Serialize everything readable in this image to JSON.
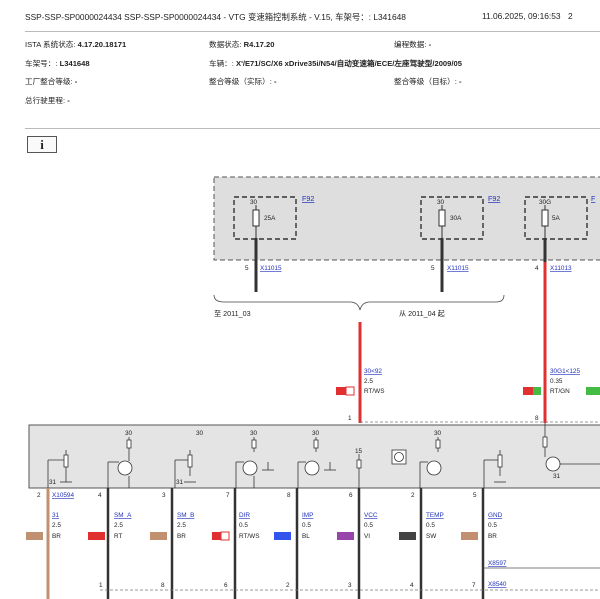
{
  "header": {
    "title": "SSP-SSP-SP0000024434 SSP-SSP-SP0000024434 - VTG 变速箱控制系统 - V.15, 车架号：: L341648",
    "datetime": "11.06.2025, 09:16:53",
    "page": "2"
  },
  "meta": {
    "ista_label": "ISTA 系统状态: ",
    "ista_value": "4.17.20.18171",
    "data_label": "数据状态: ",
    "data_value": "R4.17.20",
    "prog_label": "编程数据: ",
    "prog_value": "-",
    "vin_label": "车架号：: ",
    "vin_value": "L341648",
    "vehicle_label": "车辆：: ",
    "vehicle_value": "X'/E71/SC/X6 xDrive35i/N54/自动变速箱/ECE/左座驾驶型/2009/05",
    "factory_label": "工厂整合等级: ",
    "factory_value": "-",
    "actual_label": "整合等级（实际）: ",
    "actual_value": "-",
    "target_label": "整合等级（目标）: ",
    "target_value": "-",
    "mileage_label": "总行驶里程: ",
    "mileage_value": "-"
  },
  "info_button": {
    "glyph": "i"
  },
  "diagram": {
    "colors": {
      "red_wire": "#e03030",
      "brown_wire": "#c09070",
      "blue": "#3355ee",
      "green": "#44bb44",
      "violet": "#9944aa",
      "black": "#444444",
      "link": "#2233bb"
    },
    "fuses": [
      {
        "pin": "30",
        "rating": "25A",
        "ref": "F92"
      },
      {
        "pin": "30",
        "rating": "30A",
        "ref": "F92"
      },
      {
        "pin": "30G",
        "rating": "5A",
        "ref": "F"
      }
    ],
    "fuse_connectors": [
      {
        "pin": "5",
        "ref": "X11015"
      },
      {
        "pin": "5",
        "ref": "X11015"
      },
      {
        "pin": "4",
        "ref": "X11013"
      }
    ],
    "variant_left": "至 2011_03",
    "variant_right": "从 2011_04 起",
    "feed_wires": [
      {
        "signal": "30<92",
        "cross": "2.5",
        "color": "RT/WS",
        "pin": "1"
      },
      {
        "signal": "30G1<125",
        "cross": "0.35",
        "color": "RT/GN",
        "pin": "8"
      }
    ],
    "module_top_labels": [
      "30",
      "30",
      "30",
      "30",
      "15",
      "30"
    ],
    "module_bottom_labels": [
      "31",
      "31",
      "31"
    ],
    "module_pins": [
      "2",
      "4",
      "3",
      "7",
      "8",
      "6",
      "2",
      "5"
    ],
    "module_connector": "X10594",
    "wires": [
      {
        "signal": "31",
        "cross": "2.5",
        "color": "BR"
      },
      {
        "signal": "SM_A",
        "cross": "2.5",
        "color": "RT"
      },
      {
        "signal": "SM_B",
        "cross": "2.5",
        "color": "BR"
      },
      {
        "signal": "DIR",
        "cross": "0.5",
        "color": "RT/WS"
      },
      {
        "signal": "IMP",
        "cross": "0.5",
        "color": "BL"
      },
      {
        "signal": "VCC",
        "cross": "0.5",
        "color": "VI"
      },
      {
        "signal": "TEMP",
        "cross": "0.5",
        "color": "SW"
      },
      {
        "signal": "GND",
        "cross": "0.5",
        "color": "BR"
      }
    ],
    "lower_connectors": [
      "X8597",
      "X8540"
    ],
    "lower_pins": [
      "1",
      "8",
      "6",
      "2",
      "3",
      "4",
      "7"
    ]
  }
}
